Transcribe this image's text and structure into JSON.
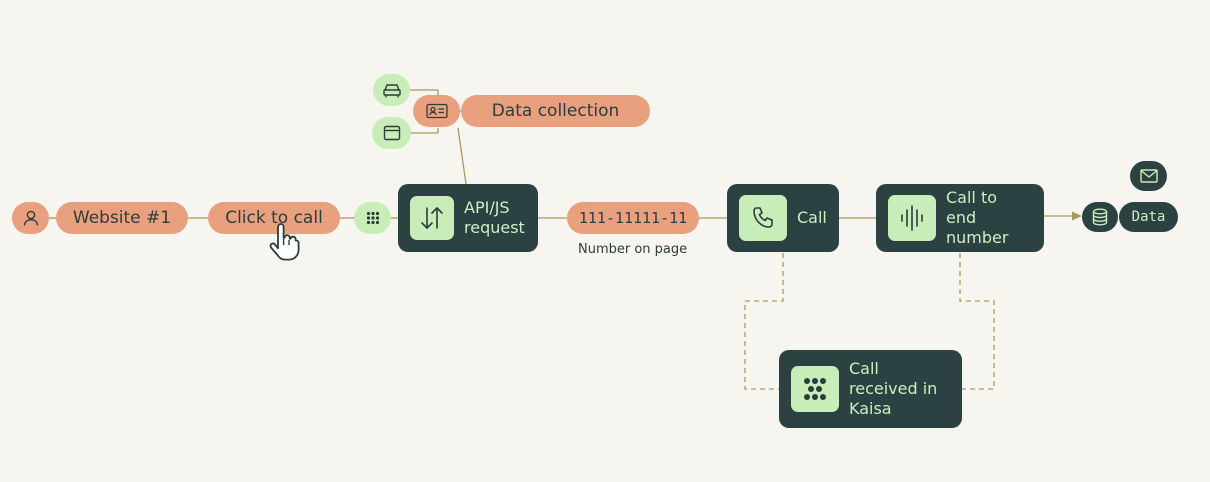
{
  "nodes": {
    "website_label": "Website #1",
    "click_to_call_label": "Click to call",
    "data_collection_label": "Data collection",
    "api_request_label": "API/JS\nrequest",
    "phone_number_label": "111-11111-11",
    "number_caption": "Number on page",
    "call_label": "Call",
    "call_end_label": "Call to end\nnumber",
    "kaisa_label": "Call\nreceived in\nKaisa",
    "data_label": "Data"
  },
  "icons": {
    "user": "user-icon",
    "cursor": "hand-pointer-icon",
    "dots": "dots-grid-icon",
    "car": "car-icon",
    "browser": "browser-window-icon",
    "id_card": "id-card-icon",
    "arrows": "up-down-arrows-icon",
    "phone": "phone-icon",
    "waveform": "sound-wave-icon",
    "kaisa_logo": "kaisa-logo-icon",
    "database": "database-icon",
    "mail": "mail-icon"
  },
  "colors": {
    "background": "#f7f5f0",
    "orange": "#e9a07f",
    "light_green": "#c9edb8",
    "dark": "#2c4242",
    "line": "#a89a5c"
  }
}
